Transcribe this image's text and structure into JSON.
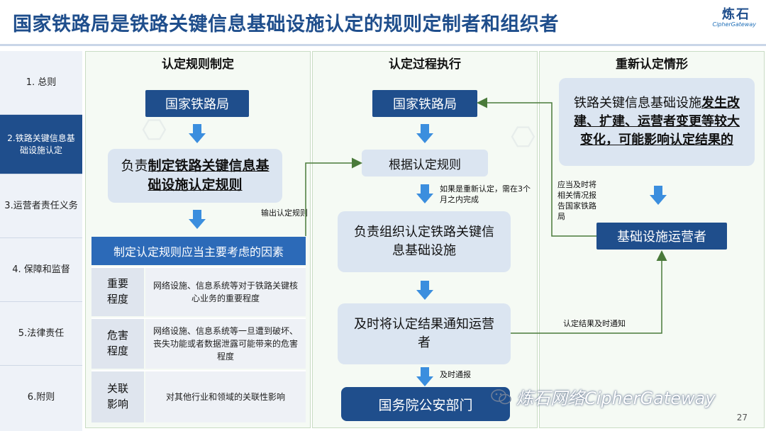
{
  "title": "国家铁路局是铁路关键信息基础设施认定的规则定制者和组织者",
  "logo": {
    "cn": "炼石",
    "en": "CipherGateway"
  },
  "sidebar": {
    "items": [
      {
        "label": "1. 总则"
      },
      {
        "label": "2.铁路关键信息基础设施认定"
      },
      {
        "label": "3.运营者责任义务"
      },
      {
        "label": "4. 保障和监督"
      },
      {
        "label": "5.法律责任"
      },
      {
        "label": "6.附则"
      }
    ]
  },
  "col1": {
    "heading": "认定规则制定",
    "authority": "国家铁路局",
    "duty_prefix": "负责",
    "duty_bold": "制定铁路关键信息基础设施认定规则",
    "factors_header": "制定认定规则应当主要考虑的因素",
    "factors": [
      {
        "key": "重要程度",
        "value": "网络设施、信息系统等对于铁路关键核心业务的重要程度"
      },
      {
        "key": "危害程度",
        "value": "网络设施、信息系统等一旦遭到破坏、丧失功能或者数据泄露可能带来的危害程度"
      },
      {
        "key": "关联影响",
        "value": "对其他行业和领域的关联性影响"
      }
    ],
    "output_label": "输出认定规则"
  },
  "col2": {
    "heading": "认定过程执行",
    "authority": "国家铁路局",
    "step1": "根据认定规则",
    "redo_note": "如果是重新认定，需在3个月之内完成",
    "step2": "负责组织认定铁路关键信息基础设施",
    "step3": "及时将认定结果通知运营者",
    "report_note": "及时通报",
    "final": "国务院公安部门"
  },
  "col3": {
    "heading": "重新认定情形",
    "condition_normal": "铁路关键信息基础设施",
    "condition_bold": "发生改建、扩建、运营者变更等较大变化，可能影响认定结果的",
    "report_note": "应当及时将相关情况报告国家铁路局",
    "operator": "基础设施运营者",
    "notify_note": "认定结果及时通知"
  },
  "watermark": "炼石网络CipherGateway",
  "page_number": "27"
}
